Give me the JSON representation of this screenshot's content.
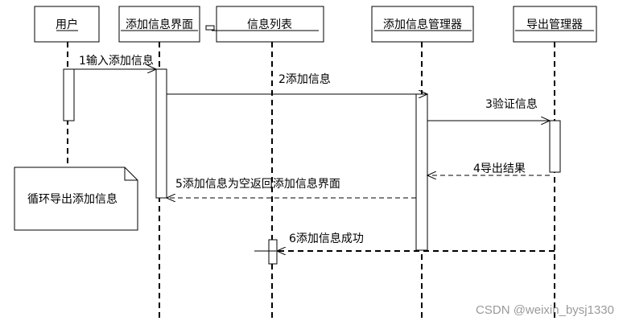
{
  "participants": [
    {
      "id": "user",
      "label": "用户"
    },
    {
      "id": "add_ui",
      "label": "添加信息界面"
    },
    {
      "id": "info_list",
      "label": "信息列表"
    },
    {
      "id": "add_mgr",
      "label": "添加信息管理器"
    },
    {
      "id": "export_mgr",
      "label": "导出管理器"
    }
  ],
  "messages": [
    {
      "label": "1输入添加信息"
    },
    {
      "label": "2添加信息"
    },
    {
      "label": "3验证信息"
    },
    {
      "label": "4导出结果"
    },
    {
      "label": "5添加信息为空返回添加信息界面"
    },
    {
      "label": "6添加信息成功"
    }
  ],
  "note": {
    "label": "循环导出添加信息"
  },
  "watermark": "CSDN @weixin_bysj1330"
}
